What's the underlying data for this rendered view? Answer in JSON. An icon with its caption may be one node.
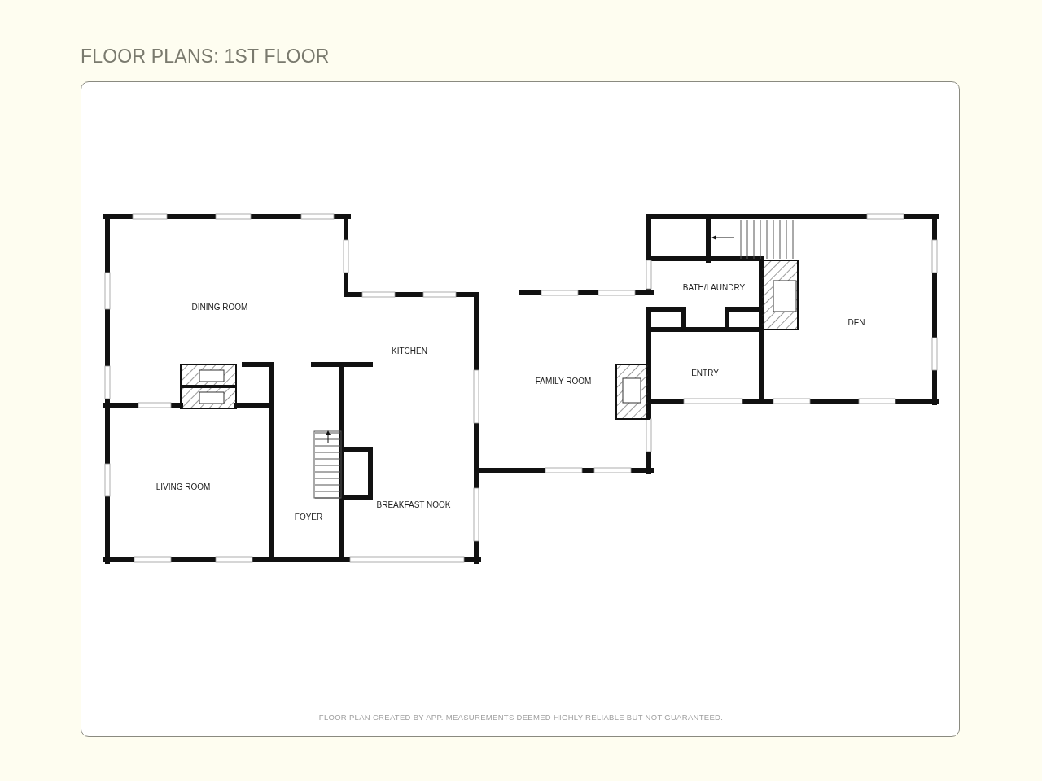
{
  "diagram": {
    "title": "FLOOR PLANS: 1ST FLOOR",
    "labels": [
      "BATH/LAUNDRY",
      "DINING ROOM",
      "DEN",
      "KITCHEN",
      "ENTRY",
      "FAMILY ROOM",
      "LIVING ROOM",
      "BREAKFAST NOOK",
      "FOYER",
      "FLOOR PLAN CREATED BY APP. MEASUREMENTS DEEMED HIGHLY RELIABLE BUT NOT GUARANTEED."
    ]
  }
}
